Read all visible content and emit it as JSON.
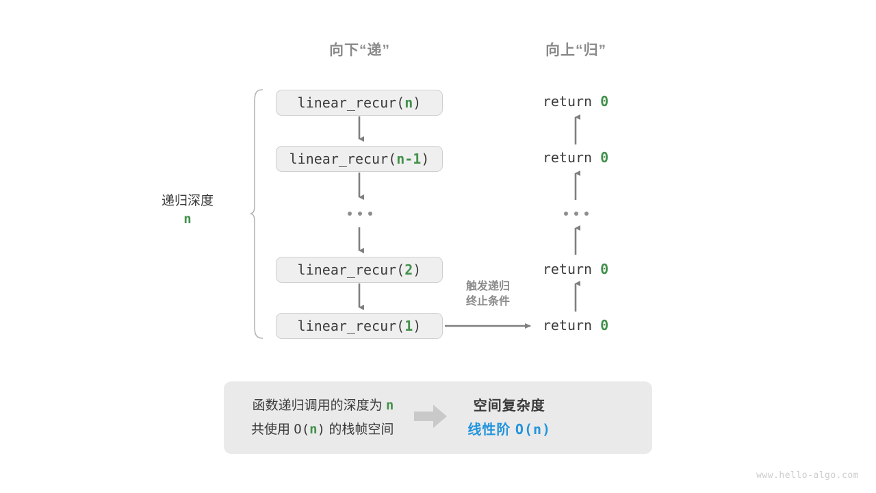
{
  "diagram": {
    "headers": {
      "down": "向下“递”",
      "up": "向上“归”"
    },
    "depth_label": {
      "text": "递归深度",
      "value": "n"
    },
    "mid_note": {
      "line1": "触发递归",
      "line2": "终止条件"
    },
    "call_stack": [
      {
        "prefix": "linear_recur(",
        "arg": "n",
        "suffix": ")",
        "full": "linear_recur(n)"
      },
      {
        "prefix": "linear_recur(",
        "arg": "n-1",
        "suffix": ")",
        "full": "linear_recur(n-1)"
      },
      {
        "ellipsis": "..."
      },
      {
        "prefix": "linear_recur(",
        "arg": "2",
        "suffix": ")",
        "full": "linear_recur(2)"
      },
      {
        "prefix": "linear_recur(",
        "arg": "1",
        "suffix": ")",
        "full": "linear_recur(1)"
      }
    ],
    "returns": [
      {
        "keyword": "return",
        "value": "0"
      },
      {
        "keyword": "return",
        "value": "0"
      },
      {
        "ellipsis": "..."
      },
      {
        "keyword": "return",
        "value": "0"
      },
      {
        "keyword": "return",
        "value": "0"
      }
    ],
    "summary": {
      "left_line1_a": "函数递归调用的深度为 ",
      "left_line1_n": "n",
      "left_line2_a": "共使用 ",
      "left_line2_big": "O(",
      "left_line2_n": "n",
      "left_line2_close": ")",
      "left_line2_b": " 的栈帧空间",
      "right_title": "空间复杂度",
      "right_order_cn": "线性阶 ",
      "right_order_big": "O(n)",
      "arrow_icon": "right-block-arrow-icon"
    },
    "watermark": "www.hello-algo.com",
    "colors": {
      "accent_green": "#42914b",
      "accent_blue": "#2394dd",
      "gray_text": "#8a8a8a",
      "box_fill": "#efefef",
      "box_border": "#cfcfcf",
      "panel_fill": "#eaeaea",
      "arrow_gray": "#7f7f7f"
    }
  }
}
